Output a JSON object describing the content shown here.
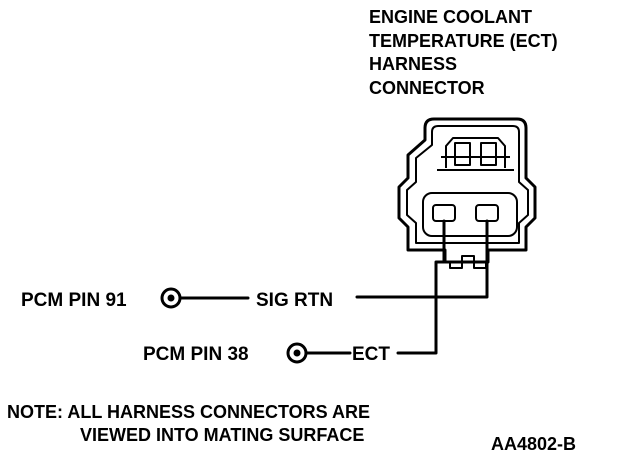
{
  "connector": {
    "title": [
      "ENGINE COOLANT",
      "TEMPERATURE (ECT)",
      "HARNESS",
      "CONNECTOR"
    ]
  },
  "pins": [
    {
      "pcm_label": "PCM PIN 91",
      "signal": "SIG RTN"
    },
    {
      "pcm_label": "PCM PIN 38",
      "signal": "ECT"
    }
  ],
  "note": [
    "NOTE: ALL HARNESS CONNECTORS ARE",
    "VIEWED INTO MATING SURFACE"
  ],
  "figure_id": "AA4802-B"
}
